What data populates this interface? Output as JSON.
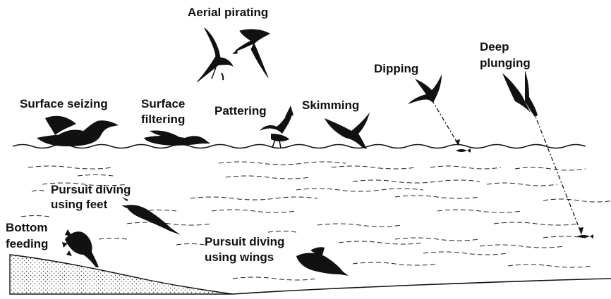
{
  "labels": {
    "aerial_pirating": "Aerial pirating",
    "deep_plunging_1": "Deep",
    "deep_plunging_2": "plunging",
    "dipping": "Dipping",
    "surface_seizing": "Surface seizing",
    "surface_filtering_1": "Surface",
    "surface_filtering_2": "filtering",
    "pattering": "Pattering",
    "skimming": "Skimming",
    "pursuit_feet_1": "Pursuit diving",
    "pursuit_feet_2": "using feet",
    "bottom_feeding_1": "Bottom",
    "bottom_feeding_2": "feeding",
    "pursuit_wings_1": "Pursuit diving",
    "pursuit_wings_2": "using wings"
  },
  "colors": {
    "ink": "#111111",
    "background": "#ffffff",
    "sand": "#ececec"
  },
  "icons": {
    "birds": [
      "aerial-pirate-bird-icon",
      "surface-seizing-bird-icon",
      "surface-filtering-bird-icon",
      "pattering-bird-icon",
      "skimming-bird-icon",
      "dipping-bird-icon",
      "deep-plunging-bird-icon",
      "pursuit-feet-bird-icon",
      "pursuit-wings-bird-icon",
      "bottom-feeding-bird-icon"
    ],
    "prey": [
      "fish-icon"
    ]
  }
}
